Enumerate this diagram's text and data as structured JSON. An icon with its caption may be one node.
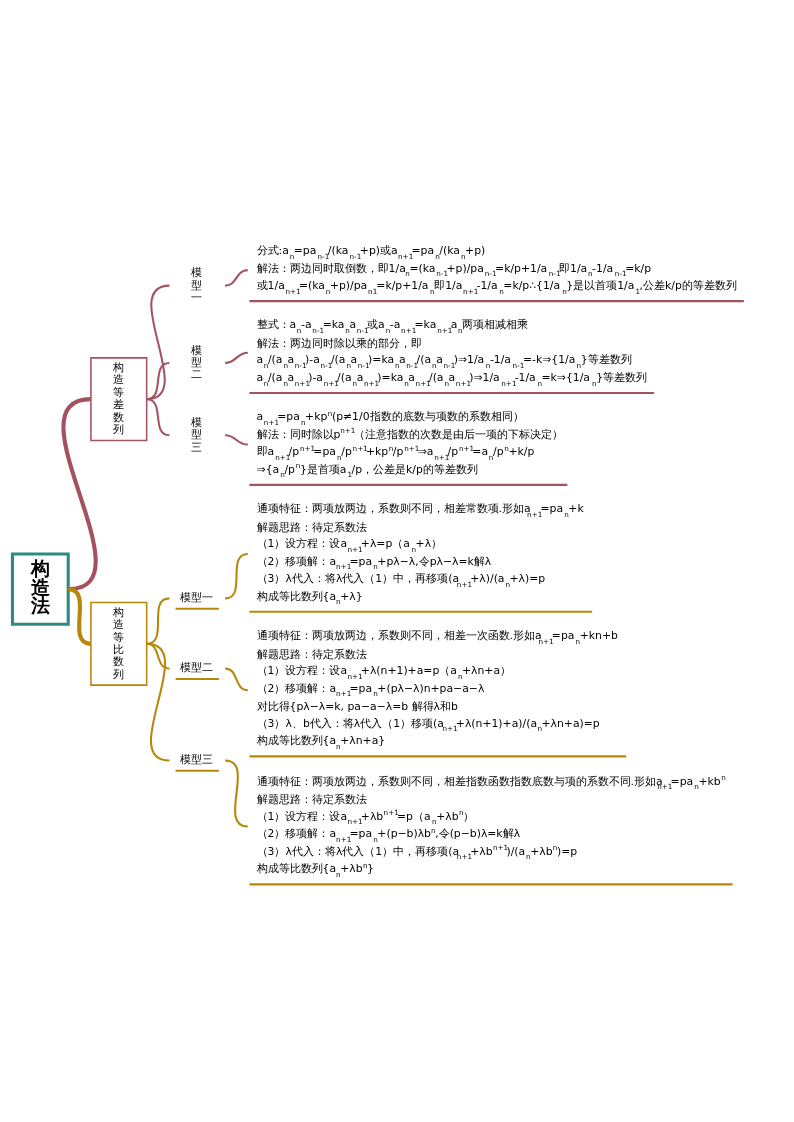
{
  "diagram": {
    "nodes": [
      {
        "text": [
          "构造法"
        ]
      },
      {
        "text": [
          "构造等差数列"
        ]
      },
      {
        "text": [
          "模型一"
        ]
      },
      {
        "text": [
          "分式:a$_{n}$=pa$_{n-1}$/(ka$_{n-1}$+p)或a$_{n+1}$=pa$_{n}$/(ka$_{n}$+p)",
          "解法：两边同时取倒数，即1/a$_{n}$=(ka$_{n-1}$+p)/pa$_{n-1}$=k/p+1/a$_{n-1}$即1/a$_{n}$-1/a$_{n-1}$=k/p",
          "或1/a$_{n+1}$=(ka$_{n}$+p)/pa$_{n1}$=k/p+1/a$_{n}$即1/a$_{n+1}$-1/a$_{n}$=k/p∴{1/a$_{n}$}是以首项1/a$_{1}$,公差k/p的等差数列"
        ]
      },
      {
        "text": [
          "模型二"
        ]
      },
      {
        "text": [
          "整式：a$_{n}$-a$_{n-1}$=ka$_{n}$a$_{n-1}$或a$_{n}$-a$_{n+1}$=ka$_{n+1}$a$_{n}$两项相减相乘",
          "解法：两边同时除以乘的部分，即",
          "a$_{n}$/(a$_{n}$a$_{n-1}$)-a$_{n-1}$/(a$_{n}$a$_{n-1}$)=ka$_{n}$a$_{n-1}$/(a$_{n}$a$_{n-1}$)⇒1/a$_{n}$-1/a$_{n-1}$=-k⇒{1/a$_{n}$}等差数列",
          "a$_{n}$/(a$_{n}$a$_{n+1}$)-a$_{n+1}$/(a$_{n}$a$_{n+1}$)=ka$_{n}$a$_{n+1}$/(a$_{n}$a$_{n+1}$)⇒1/a$_{n+1}$-1/a$_{n}$=k⇒{1/a$_{n}$}等差数列"
        ]
      },
      {
        "text": [
          "模型三"
        ]
      },
      {
        "text": [
          "a$_{n+1}$=pa$_{n}$+kp$^{n}$(p≠1/0指数的底数与项数的系数相同）",
          "解法：同时除以p$^{n+1}$（注意指数的次数是由后一项的下标决定）",
          "即a$_{n+1}$/p$^{n+1}$=pa$_{n}$/p$^{n+1}$+kp$^{n}$/p$^{n+1}$⇒a$_{n+1}$/p$^{n+1}$=a$_{n}$/p$^{n}$+k/p",
          "⇒{a$_{n}$/p$^{n}$}是首项a$_{1}$/p，公差是k/p的等差数列"
        ]
      },
      {
        "text": [
          "构造等比数列"
        ]
      },
      {
        "text": [
          "模型一"
        ]
      },
      {
        "text": [
          "通项特征：两项放两边，系数则不同，相差常数项.形如a$_{n+1}$=pa$_{n}$+k",
          "解题思路：待定系数法",
          "（1）设方程：设a$_{n+1}$+λ=p（a$_{n}$+λ）",
          "（2）移项解：a$_{n+1}$=pa$_{n}$+pλ−λ,令pλ−λ=k解λ",
          "（3）λ代入：将λ代入（1）中，再移项(a$_{n+1}$+λ)/(a$_{n}$+λ)=p",
          "构成等比数列{a$_{n}$+λ}"
        ]
      },
      {
        "text": [
          "模型二"
        ]
      },
      {
        "text": [
          "通项特征：两项放两边，系数则不同，相差一次函数.形如a$_{n+1}$=pa$_{n}$+kn+b",
          "解题思路：待定系数法",
          "（1）设方程：设a$_{n+1}$+λ(n+1)+a=p（a$_{n}$+λn+a）",
          "（2）移项解：a$_{n+1}$=pa$_{n}$+(pλ−λ)n+pa−a−λ",
          "对比得{pλ−λ=k, pa−a−λ=b 解得λ和b",
          "（3）λ、b代入：将λ代入（1）移项(a$_{n+1}$+λ(n+1)+a)/(a$_{n}$+λn+a)=p",
          "构成等比数列{a$_{n}$+λn+a}"
        ]
      },
      {
        "text": [
          "模型三"
        ]
      },
      {
        "text": [
          "通项特征：两项放两边，系数则不同，相差指数函数指数底数与项的系数不同.形如a$_{n+1}$=pa$_{n}$+kb$^{n}$",
          "解题思路：待定系数法",
          "（1）设方程：设a$_{n+1}$+λb$^{n+1}$=p（a$_{n}$+λb$^{n}$）",
          "（2）移项解：a$_{n+1}$=pa$_{n}$+(p−b)λb$^{n}$,令(p−b)λ=k解λ",
          "（3）λ代入：将λ代入（1）中，再移项(a$_{n+1}$+λb$^{n+1}$)/(a$_{n}$+λb$^{n}$)=p",
          "构成等比数列{a$_{n}$+λb$^{n}$}"
        ]
      }
    ],
    "edges": [
      {
        "from": 0,
        "to": 1,
        "arrow": "none",
        "style": "thick",
        "color": "#a3525f"
      },
      {
        "from": 1,
        "to": 2,
        "arrow": "none",
        "color": "#a3525f"
      },
      {
        "from": 2,
        "to": 3,
        "arrow": "none",
        "color": "#a3525f"
      },
      {
        "from": 1,
        "to": 4,
        "arrow": "none",
        "color": "#a3525f"
      },
      {
        "from": 4,
        "to": 5,
        "arrow": "none",
        "color": "#a3525f"
      },
      {
        "from": 1,
        "to": 6,
        "arrow": "none",
        "color": "#a3525f"
      },
      {
        "from": 6,
        "to": 7,
        "arrow": "none",
        "color": "#a3525f"
      },
      {
        "from": 0,
        "to": 8,
        "arrow": "none",
        "style": "thick",
        "color": "#b8860b"
      },
      {
        "from": 8,
        "to": 9,
        "arrow": "none",
        "color": "#b8860b"
      },
      {
        "from": 9,
        "to": 10,
        "arrow": "none",
        "color": "#b8860b"
      },
      {
        "from": 8,
        "to": 11,
        "arrow": "none",
        "color": "#b8860b"
      },
      {
        "from": 11,
        "to": 12,
        "arrow": "none",
        "color": "#b8860b"
      },
      {
        "from": 8,
        "to": 13,
        "arrow": "none",
        "color": "#b8860b"
      },
      {
        "from": 13,
        "to": 14,
        "arrow": "none",
        "color": "#b8860b"
      }
    ]
  }
}
